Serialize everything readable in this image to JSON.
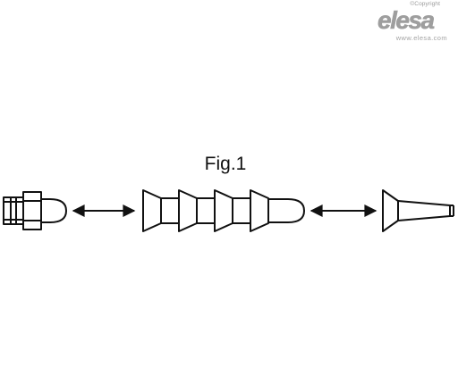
{
  "brand": {
    "copyright": "©Copyright",
    "logo_text": "elesa",
    "website": "www.elesa.com"
  },
  "figure": {
    "title": "Fig.1"
  },
  "colors": {
    "line": "#111111",
    "logo": "#9e9e9e"
  }
}
